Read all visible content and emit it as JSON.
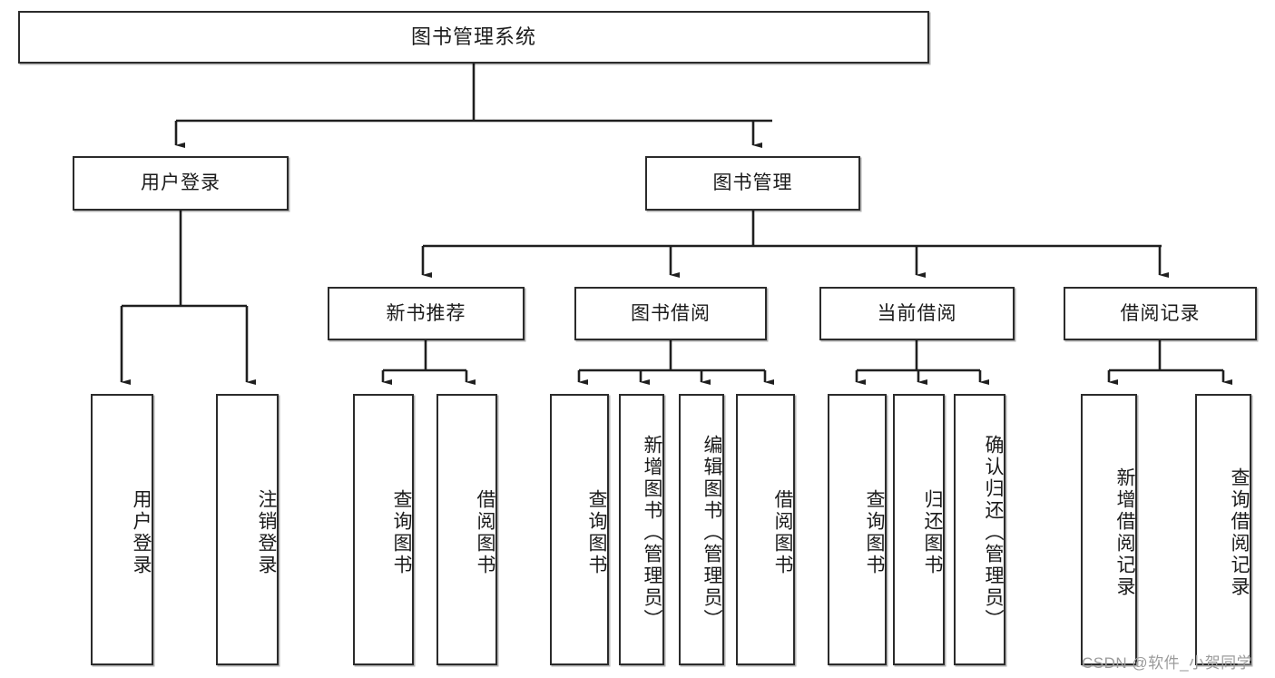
{
  "diagram": {
    "type": "tree",
    "title": "图书管理系统",
    "watermark": "CSDN @软件_小贺同学",
    "colors": {
      "box_border": "#2b2b2b",
      "box_fill": "#ffffff",
      "line": "#1f1f1f",
      "watermark": "#9b9b9b"
    },
    "nodes": {
      "root": {
        "label": "图书管理系统"
      },
      "level1": [
        {
          "label": "用户登录"
        },
        {
          "label": "图书管理"
        }
      ],
      "level2": [
        {
          "label": "新书推荐"
        },
        {
          "label": "图书借阅"
        },
        {
          "label": "当前借阅"
        },
        {
          "label": "借阅记录"
        }
      ],
      "leaves": [
        {
          "label": "用户登录"
        },
        {
          "label": "注销登录"
        },
        {
          "label": "查询图书"
        },
        {
          "label": "借阅图书"
        },
        {
          "label": "查询图书"
        },
        {
          "label": "新增图书（管理员）"
        },
        {
          "label": "编辑图书（管理员）"
        },
        {
          "label": "借阅图书"
        },
        {
          "label": "查询图书"
        },
        {
          "label": "归还图书"
        },
        {
          "label": "确认归还（管理员）"
        },
        {
          "label": "新增借阅记录"
        },
        {
          "label": "查询借阅记录"
        }
      ]
    }
  }
}
